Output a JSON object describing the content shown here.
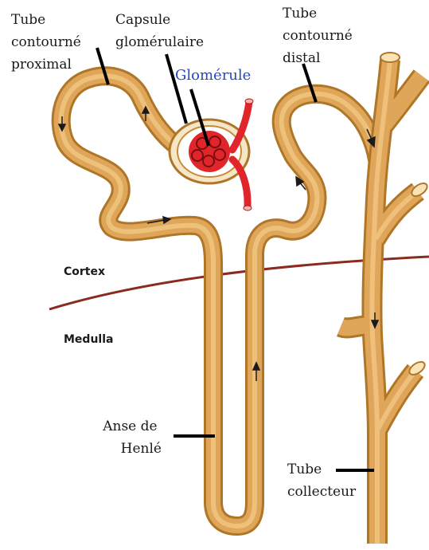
{
  "labels": {
    "proximal": [
      "Tube",
      "contourné",
      "proximal"
    ],
    "capsule": [
      "Capsule",
      "glomérulaire"
    ],
    "glomerule": "Glomérule",
    "distal": [
      "Tube",
      "contourné",
      "distal"
    ],
    "cortex": "Cortex",
    "medulla": "Medulla",
    "henle": [
      "Anse de",
      "Henlé"
    ],
    "collecteur": [
      "Tube",
      "collecteur"
    ]
  },
  "colors": {
    "tubule": "#d49a45",
    "tubule_dark": "#b07628",
    "tubule_light": "#f0c47e",
    "capillary": "#e0262a",
    "boundary": "#8b2a1e",
    "glomerule_label": "#2347c9"
  },
  "icons": [
    "flow-arrow-icon"
  ]
}
